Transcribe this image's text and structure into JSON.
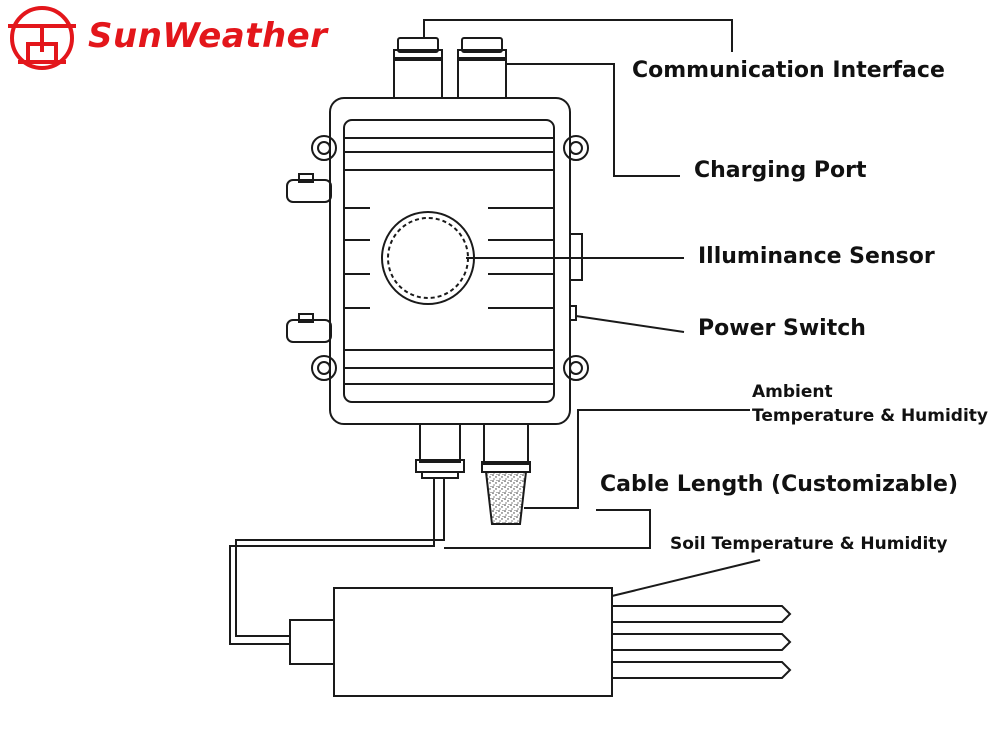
{
  "brand": {
    "name": "SunWeather",
    "color": "#e3161b",
    "logo_icon": "sunweather-logo-icon"
  },
  "callouts": {
    "communication_interface": "Communication Interface",
    "charging_port": "Charging Port",
    "illuminance_sensor": "Illuminance Sensor",
    "power_switch": "Power Switch",
    "ambient_line1": "Ambient",
    "ambient_line2": "Temperature & Humidity",
    "cable_length": "Cable Length (Customizable)",
    "soil_temp_humidity": "Soil Temperature & Humidity"
  },
  "colors": {
    "line": "#1a1a1a",
    "background": "#ffffff"
  }
}
